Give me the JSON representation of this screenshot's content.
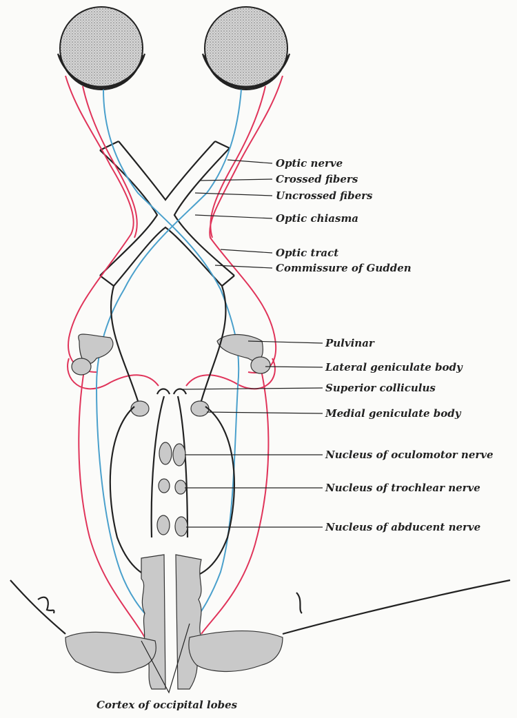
{
  "figure": {
    "labels": {
      "optic_nerve": "Optic nerve",
      "crossed_fibers": "Crossed fibers",
      "uncrossed_fibers": "Uncrossed fibers",
      "optic_chiasma": "Optic chiasma",
      "optic_tract": "Optic tract",
      "commissure_gudden": "Commissure of Gudden",
      "pulvinar": "Pulvinar",
      "lateral_geniculate": "Lateral geniculate body",
      "superior_colliculus": "Superior colliculus",
      "medial_geniculate": "Medial geniculate body",
      "oculomotor": "Nucleus of oculomotor nerve",
      "trochlear": "Nucleus of trochlear nerve",
      "abducent": "Nucleus of abducent nerve",
      "cortex": "Cortex of occipital lobes"
    },
    "colors": {
      "uncrossed": "#e0345a",
      "crossed": "#4aa0cc",
      "outline": "#222222",
      "gray_matter": "#c9c9c9"
    }
  }
}
